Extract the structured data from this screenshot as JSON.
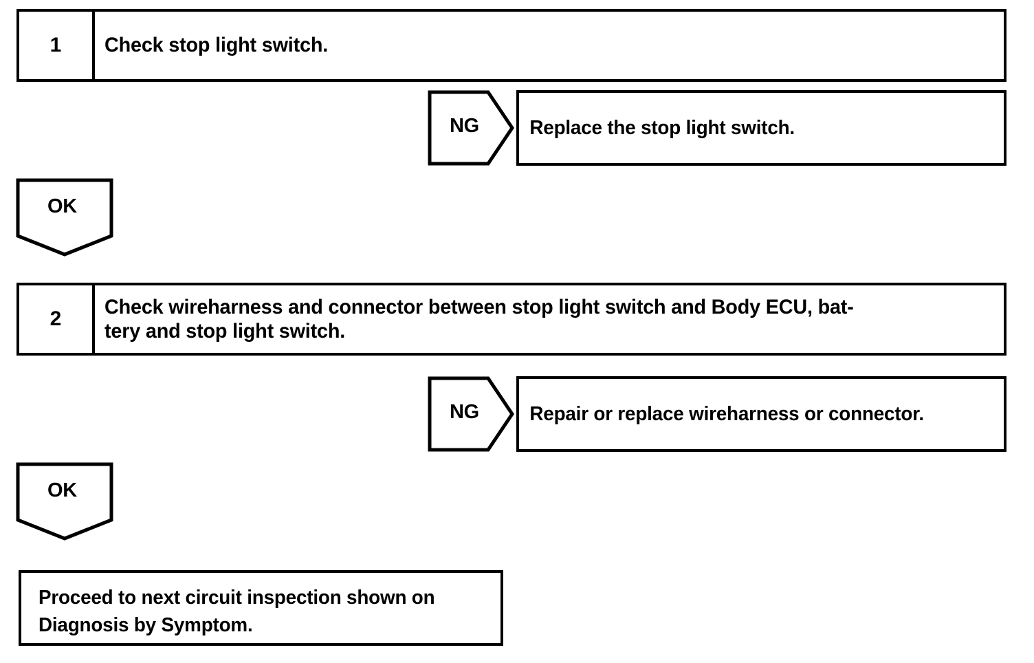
{
  "diagram": {
    "type": "troubleshooting-flowchart",
    "steps": [
      {
        "number": "1",
        "text": "Check stop light switch."
      },
      {
        "number": "2",
        "text": "Check wireharness and connector between stop light switch and Body ECU, bat-\ntery and stop light switch."
      }
    ],
    "branches": [
      {
        "label": "NG",
        "action": "Replace the stop light switch."
      },
      {
        "label": "NG",
        "action": "Repair or replace wireharness or connector."
      }
    ],
    "connectors": [
      {
        "label": "OK"
      },
      {
        "label": "OK"
      }
    ],
    "terminal": {
      "text": "Proceed to next circuit inspection shown on\nDiagnosis by Symptom."
    },
    "colors": {
      "stroke": "#000000",
      "fill": "#ffffff",
      "text": "#000000"
    }
  }
}
